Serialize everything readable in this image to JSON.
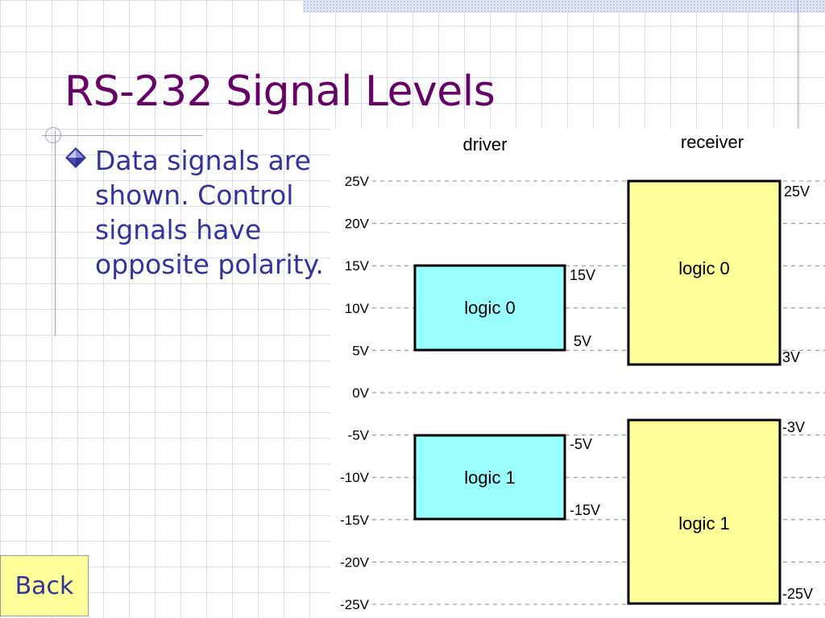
{
  "slide": {
    "title": "RS-232 Signal Levels",
    "bullet": "Data signals are shown. Control signals have opposite polarity.",
    "back_label": "Back"
  },
  "diagram": {
    "driver_label": "driver",
    "receiver_label": "receiver",
    "axis_ticks": [
      "25V",
      "20V",
      "15V",
      "10V",
      "5V",
      "0V",
      "-5V",
      "-10V",
      "-15V",
      "-20V",
      "-25V"
    ],
    "driver_logic0": {
      "label": "logic 0",
      "top_label": "15V",
      "bottom_label": "5V",
      "fill": "#99ffff"
    },
    "driver_logic1": {
      "label": "logic 1",
      "top_label": "-5V",
      "bottom_label": "-15V",
      "fill": "#99ffff"
    },
    "receiver_logic0": {
      "label": "logic 0",
      "top_label": "25V",
      "bottom_label": "3V",
      "fill": "#ffff99"
    },
    "receiver_logic1": {
      "label": "logic 1",
      "top_label": "-3V",
      "bottom_label": "-25V",
      "fill": "#ffff99"
    }
  },
  "colors": {
    "title": "#660066",
    "body_text": "#333399",
    "bullet_diamond": "#333399"
  }
}
